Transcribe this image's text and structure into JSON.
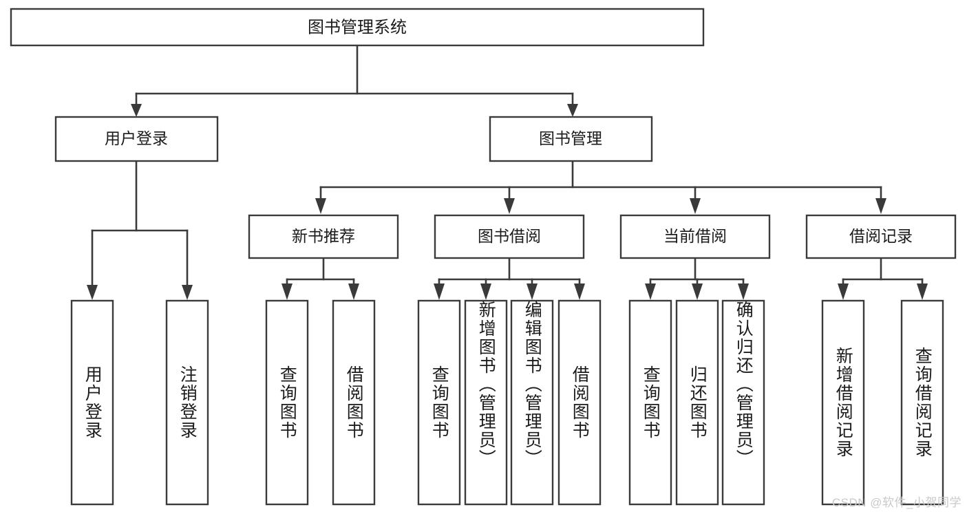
{
  "diagram": {
    "type": "tree-hierarchy",
    "title": "图书管理系统",
    "watermark": "CSDN @软件_小贺同学",
    "colors": {
      "box_stroke": "#3a3a3a",
      "box_fill": "#ffffff",
      "connector": "#3a3a3a",
      "label": "#1b1b1b",
      "watermark": "#c9c9c9",
      "background": "#ffffff"
    },
    "root": {
      "label": "图书管理系统"
    },
    "level2": [
      {
        "label": "用户登录"
      },
      {
        "label": "图书管理"
      }
    ],
    "level3": [
      {
        "label": "新书推荐"
      },
      {
        "label": "图书借阅"
      },
      {
        "label": "当前借阅"
      },
      {
        "label": "借阅记录"
      }
    ],
    "leaves": {
      "user_login": [
        {
          "label": "用户登录"
        },
        {
          "label": "注销登录"
        }
      ],
      "new_book_recommend": [
        {
          "label": "查询图书"
        },
        {
          "label": "借阅图书"
        }
      ],
      "book_borrow": [
        {
          "label": "查询图书"
        },
        {
          "label": "新增图书（管理员）"
        },
        {
          "label": "编辑图书（管理员）"
        },
        {
          "label": "借阅图书"
        }
      ],
      "current_borrow": [
        {
          "label": "查询图书"
        },
        {
          "label": "归还图书"
        },
        {
          "label": "确认归还（管理员）"
        }
      ],
      "borrow_record": [
        {
          "label": "新增借阅记录"
        },
        {
          "label": "查询借阅记录"
        }
      ]
    }
  }
}
